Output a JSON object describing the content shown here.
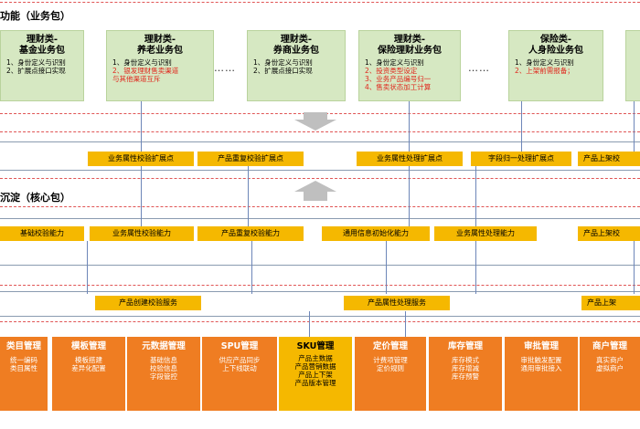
{
  "sections": {
    "business_title": "功能（业务包）",
    "core_title": "沉淀（核心包）"
  },
  "packages": [
    {
      "title": "理财类-",
      "title2": "基金业务包",
      "lines": [
        {
          "text": "1、身份定义与识别",
          "red": false
        },
        {
          "text": "2、扩展点接口实现",
          "red": false
        }
      ]
    },
    {
      "title": "理财类-",
      "title2": "养老业务包",
      "lines": [
        {
          "text": "1、身份定义与识别",
          "red": false
        },
        {
          "text": "2、银发理财售卖渠道",
          "red": true
        },
        {
          "text": "与其他渠道互斥",
          "red": true
        }
      ]
    },
    {
      "title": "理财类-",
      "title2": "券商业务包",
      "lines": [
        {
          "text": "1、身份定义与识别",
          "red": false
        },
        {
          "text": "2、扩展点接口实现",
          "red": false
        }
      ]
    },
    {
      "title": "理财类-",
      "title2": "保险理财业务包",
      "lines": [
        {
          "text": "1、身份定义与识别",
          "red": false
        },
        {
          "text": "2、投资类型设定",
          "red": true
        },
        {
          "text": "3、业务产品编号归一",
          "red": true
        },
        {
          "text": "4、售卖状态加工计算",
          "red": true
        }
      ]
    },
    {
      "title": "保险类-",
      "title2": "人身险业务包",
      "lines": [
        {
          "text": "1、身份定义与识别",
          "red": false
        },
        {
          "text": "2、上架前需报备；",
          "red": true
        }
      ]
    }
  ],
  "ellipsis": "……",
  "extension_points": [
    "业务属性校验扩展点",
    "产品重复校验扩展点",
    "业务属性处理扩展点",
    "字段归一处理扩展点",
    "产品上架校"
  ],
  "abilities": [
    "基础校验能力",
    "业务属性校验能力",
    "产品重复校验能力",
    "通用信息初始化能力",
    "业务属性处理能力",
    "产品上架校"
  ],
  "services": [
    "产品创建校验服务",
    "产品属性处理服务",
    "产品上架"
  ],
  "modules": [
    {
      "title": "类目管理",
      "lines": [
        "统一编码",
        "类目属性"
      ],
      "highlight": false
    },
    {
      "title": "模板管理",
      "lines": [
        "模板搭建",
        "差异化配置"
      ],
      "highlight": false
    },
    {
      "title": "元数据管理",
      "lines": [
        "基础信息",
        "校验信息",
        "字段管控"
      ],
      "highlight": false
    },
    {
      "title": "SPU管理",
      "lines": [
        "供应产品同步",
        "上下线联动"
      ],
      "highlight": false
    },
    {
      "title": "SKU管理",
      "lines": [
        "产品主数据",
        "产品营销数据",
        "产品上下架",
        "产品版本管理"
      ],
      "highlight": true
    },
    {
      "title": "定价管理",
      "lines": [
        "计费项管理",
        "定价规则"
      ],
      "highlight": false
    },
    {
      "title": "库存管理",
      "lines": [
        "库存模式",
        "库存增减",
        "库存预警"
      ],
      "highlight": false
    },
    {
      "title": "审批管理",
      "lines": [
        "审批触发配置",
        "通用审批接入"
      ],
      "highlight": false
    },
    {
      "title": "商户管理",
      "lines": [
        "真实商户",
        "虚拟商户"
      ],
      "highlight": false
    }
  ],
  "colors": {
    "package_bg": "#d6e8c2",
    "yellow": "#f5b800",
    "orange": "#ef7d22",
    "dashed": "#e05555"
  },
  "icons": [
    "down-arrow-icon",
    "up-arrow-icon"
  ]
}
